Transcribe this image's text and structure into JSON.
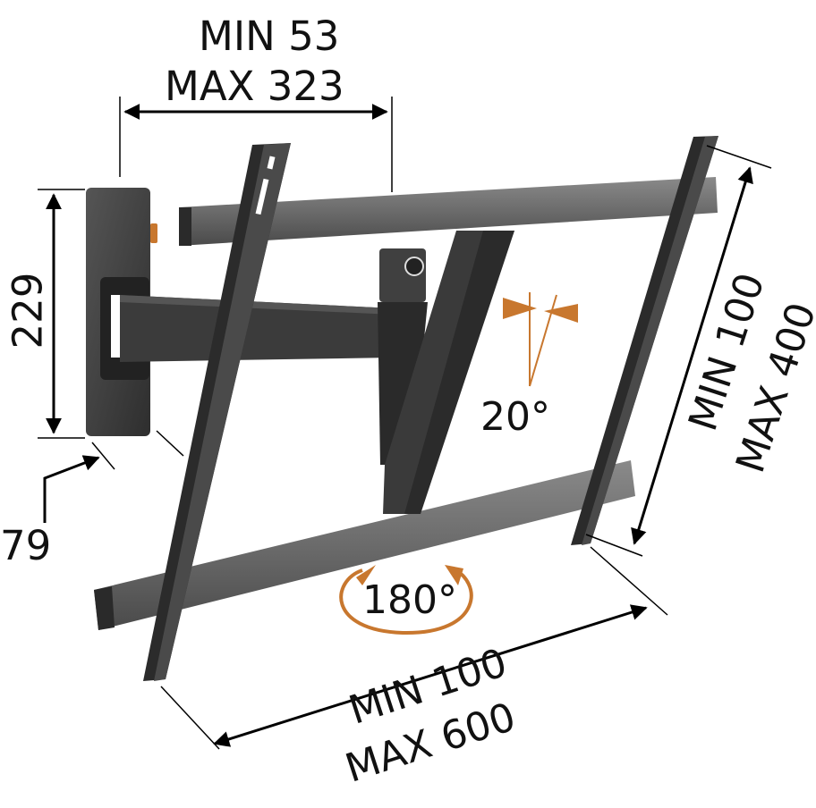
{
  "diagram": {
    "subject": "Full-motion TV wall mount bracket with dimensions",
    "dimensions": {
      "arm_extension": {
        "line1": "MIN 53",
        "line2": "MAX 323"
      },
      "wall_plate_height": {
        "value": "229"
      },
      "wall_plate_depth": {
        "value": "79"
      },
      "vertical_interface": {
        "line1": "MIN 100",
        "line2": "MAX 400"
      },
      "horizontal_interface": {
        "line1": "MIN 100",
        "line2": "MAX 600"
      }
    },
    "features": {
      "tilt": {
        "value": "20°"
      },
      "swivel": {
        "value": "180°"
      }
    },
    "colors": {
      "accent": "#c8772e",
      "bracket_dark": "#2b2b2b",
      "bracket_mid": "#5a5a5a",
      "bracket_light": "#7a7a7a",
      "dimension_line": "#000000",
      "background": "#ffffff"
    }
  }
}
